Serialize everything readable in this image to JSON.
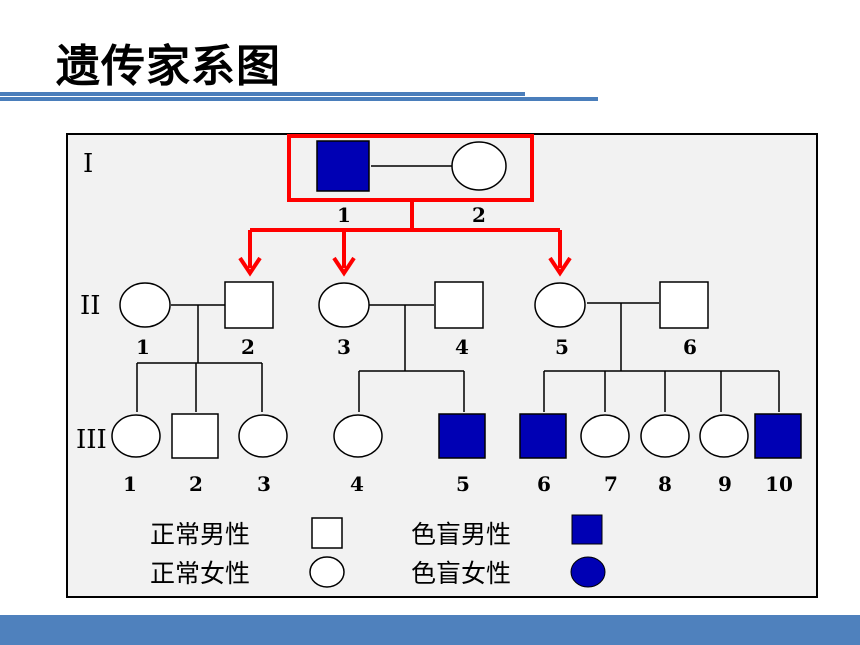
{
  "title": "遗传家系图",
  "accent_color": "#4a7ebb",
  "highlight_color": "#ff0000",
  "affected_color": "#0000b4",
  "generations": [
    {
      "roman": "I",
      "members": [
        {
          "n": "1",
          "sex": "male",
          "affected": true
        },
        {
          "n": "2",
          "sex": "female",
          "affected": false
        }
      ]
    },
    {
      "roman": "II",
      "members": [
        {
          "n": "1",
          "sex": "female",
          "affected": false
        },
        {
          "n": "2",
          "sex": "male",
          "affected": false
        },
        {
          "n": "3",
          "sex": "female",
          "affected": false
        },
        {
          "n": "4",
          "sex": "male",
          "affected": false
        },
        {
          "n": "5",
          "sex": "female",
          "affected": false
        },
        {
          "n": "6",
          "sex": "male",
          "affected": false
        }
      ]
    },
    {
      "roman": "III",
      "members": [
        {
          "n": "1",
          "sex": "female",
          "affected": false
        },
        {
          "n": "2",
          "sex": "male",
          "affected": false
        },
        {
          "n": "3",
          "sex": "female",
          "affected": false
        },
        {
          "n": "4",
          "sex": "female",
          "affected": false
        },
        {
          "n": "5",
          "sex": "male",
          "affected": true
        },
        {
          "n": "6",
          "sex": "male",
          "affected": true
        },
        {
          "n": "7",
          "sex": "female",
          "affected": false
        },
        {
          "n": "8",
          "sex": "female",
          "affected": false
        },
        {
          "n": "9",
          "sex": "female",
          "affected": false
        },
        {
          "n": "10",
          "sex": "male",
          "affected": true
        }
      ]
    }
  ],
  "legend": {
    "normal_male": "正常男性",
    "normal_female": "正常女性",
    "affected_male": "色盲男性",
    "affected_female": "色盲女性"
  }
}
